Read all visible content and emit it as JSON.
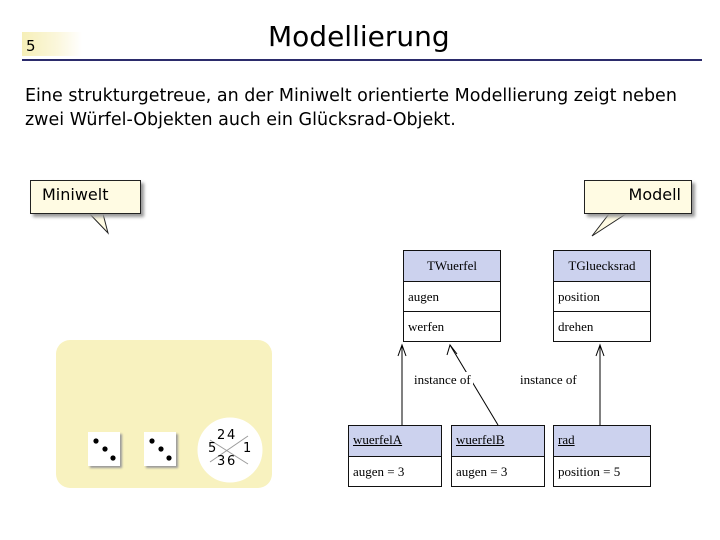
{
  "slide": {
    "number": "5",
    "title": "Modellierung"
  },
  "intro": {
    "line1": "Eine strukturgetreue, an der Miniwelt orientierte Modellierung zeigt neben",
    "line2": "zwei Würfel-Objekten auch ein Glücksrad-Objekt."
  },
  "bubbles": {
    "miniwelt": "Miniwelt",
    "modell": "Modell"
  },
  "classes": [
    {
      "name": "TWuerfel",
      "attribute": "augen",
      "method": "werfen"
    },
    {
      "name": "TGluecksrad",
      "attribute": "position",
      "method": "drehen"
    }
  ],
  "relations": {
    "left": "instance of",
    "right": "instance of"
  },
  "objects": [
    {
      "name": "wuerfelA",
      "value": "augen = 3"
    },
    {
      "name": "wuerfelB",
      "value": "augen = 3"
    },
    {
      "name": "rad",
      "value": "position = 5"
    }
  ],
  "wheel": {
    "numbers": [
      "2",
      "4",
      "5",
      "1",
      "3",
      "6"
    ]
  },
  "colors": {
    "class_header": "#ccd2ee",
    "miniwelt_background": "#f8f2bf",
    "title_rule": "#2b2b6b"
  }
}
